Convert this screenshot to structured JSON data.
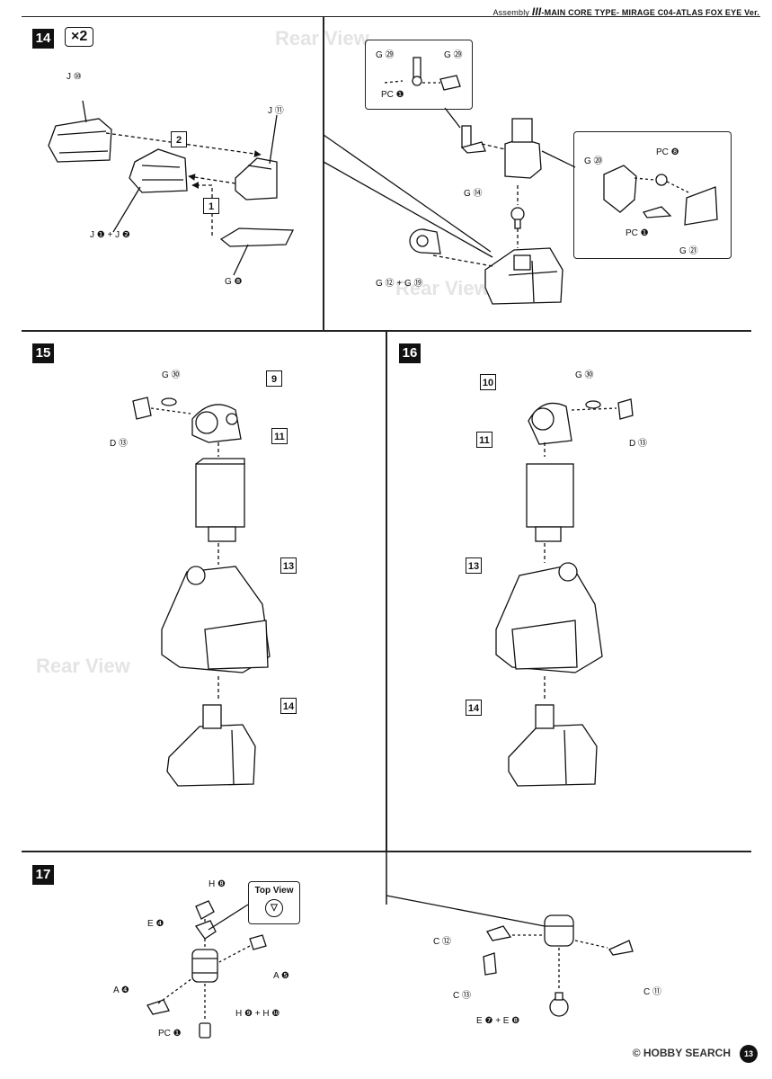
{
  "header": {
    "assembly_label": "Assembly",
    "roman": "III",
    "title": "-MAIN CORE TYPE- MIRAGE C04-ATLAS FOX EYE Ver."
  },
  "steps": {
    "s14": {
      "number": "14",
      "multiplier": "×2",
      "labels": {
        "j10": "J ⑩",
        "j11": "J ⑪",
        "j1j2": "J ❶ + J ❷",
        "g8": "G ❽",
        "g29a": "G ㉙",
        "g29b": "G ㉙",
        "pcd": "PC ❶",
        "g14": "G ⑭",
        "g12g19": "G ⑫ + G ⑲",
        "pcr": "PC ❽",
        "g20": "G ⑳",
        "pcj": "PC ❶",
        "g21": "G ㉑"
      },
      "tags": {
        "t1": "1",
        "t2": "2"
      }
    },
    "s15": {
      "number": "15",
      "labels": {
        "g30": "G ㉚",
        "d13": "D ⑬"
      },
      "tags": {
        "p9": "9",
        "p11": "11",
        "p13": "13",
        "p14": "14"
      }
    },
    "s16": {
      "number": "16",
      "labels": {
        "g30": "G ㉚",
        "d13": "D ⑬"
      },
      "tags": {
        "p10": "10",
        "p11": "11",
        "p13": "13",
        "p14": "14"
      }
    },
    "s17": {
      "number": "17",
      "top_view": "Top View",
      "labels": {
        "h8": "H ❽",
        "e4": "E ❹",
        "a5": "A ❺",
        "a4": "A ❹",
        "h9h10": "H ❾ + H ❿",
        "pca": "PC ❶",
        "c12": "C ⑫",
        "c13": "C ⑬",
        "c11": "C ⑪",
        "e7e8": "E ❼ + E ❽"
      }
    }
  },
  "watermark": "© HOBBY SEARCH",
  "page_number": "13",
  "icons": [
    "arrow-icon",
    "part-icon",
    "joint-icon"
  ]
}
